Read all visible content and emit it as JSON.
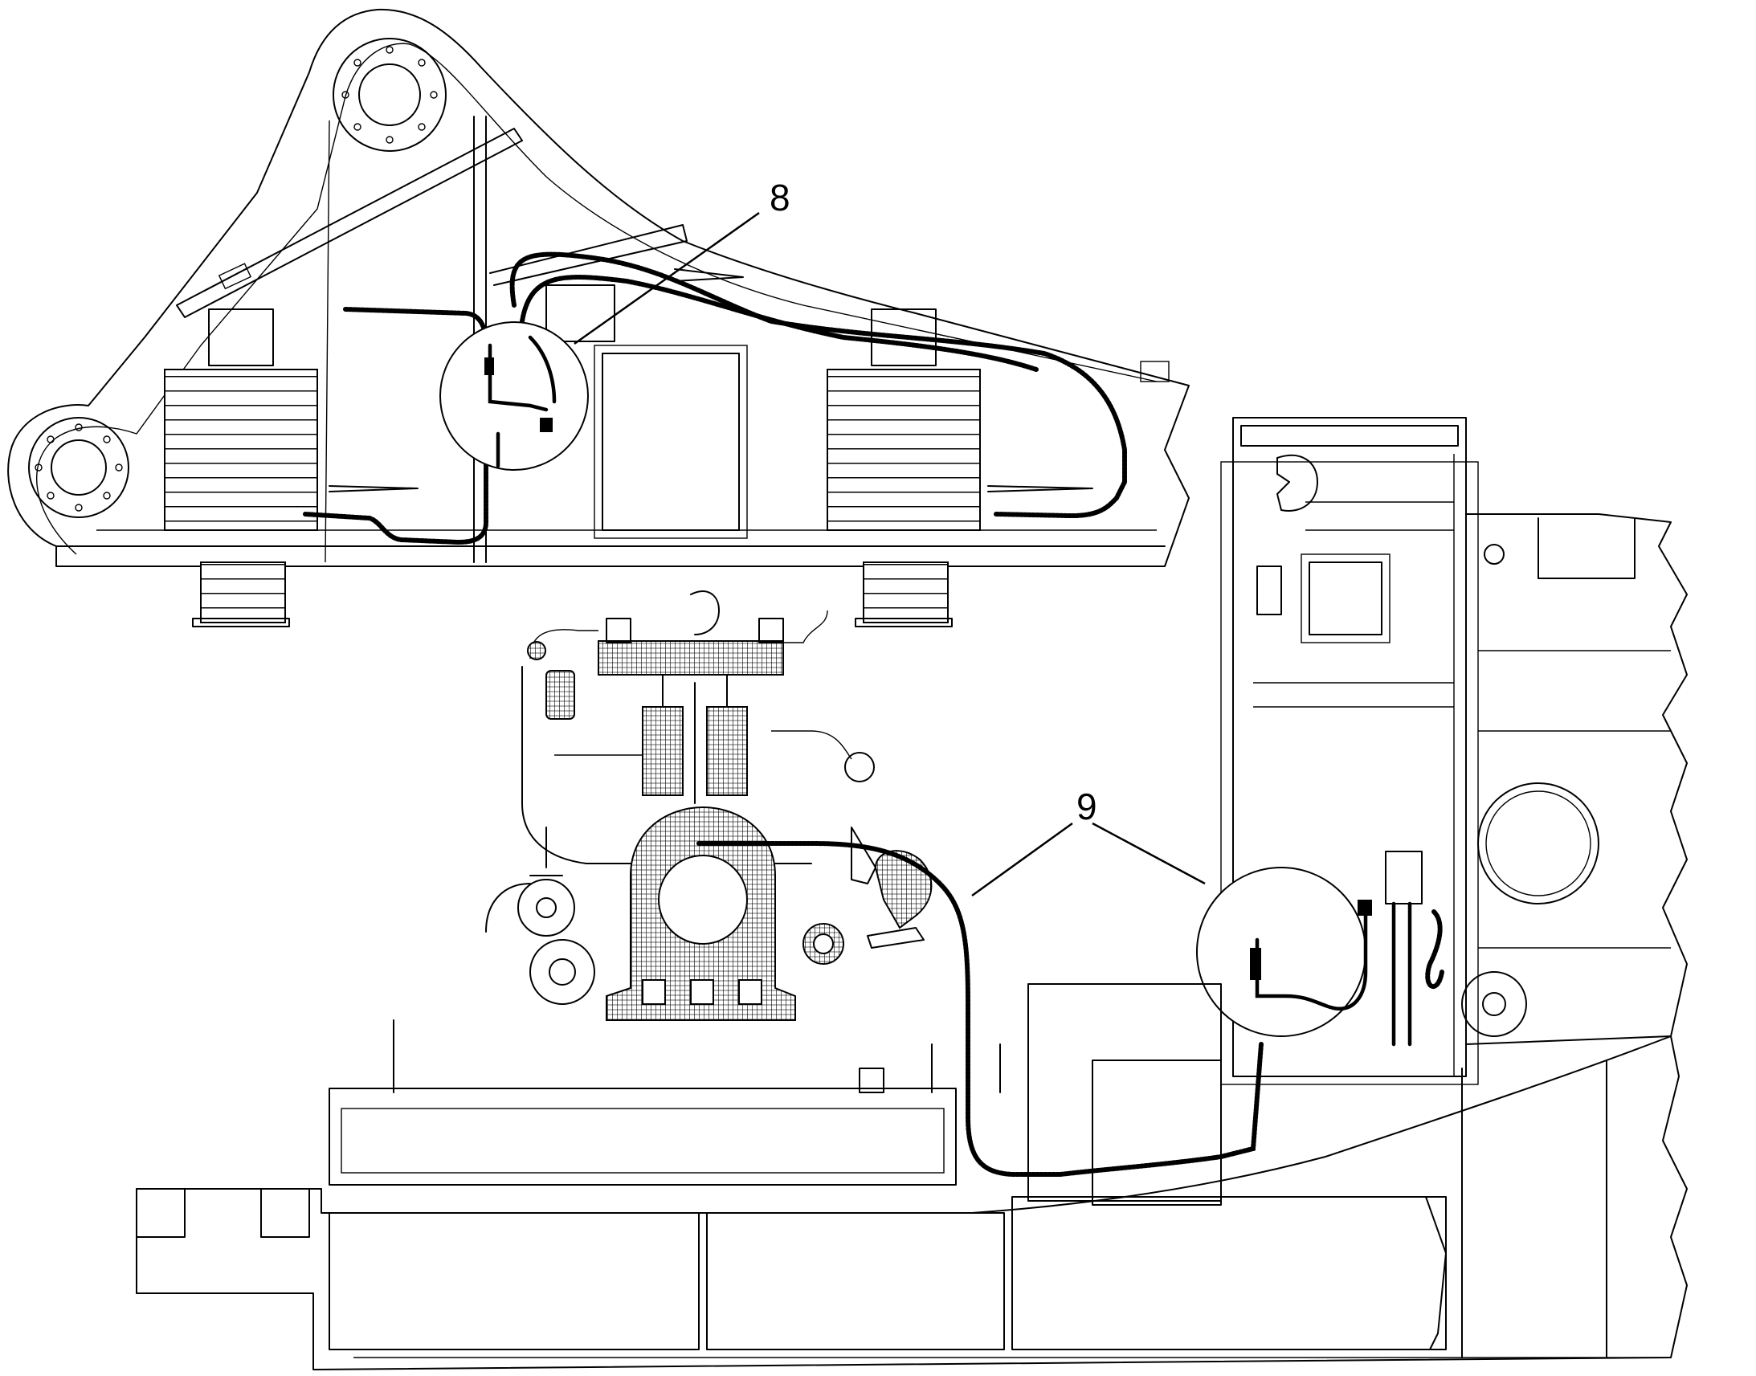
{
  "callouts": [
    {
      "id": "8",
      "label": "8"
    },
    {
      "id": "9",
      "label": "9"
    }
  ],
  "colors": {
    "line": "#000000",
    "background": "#ffffff"
  }
}
